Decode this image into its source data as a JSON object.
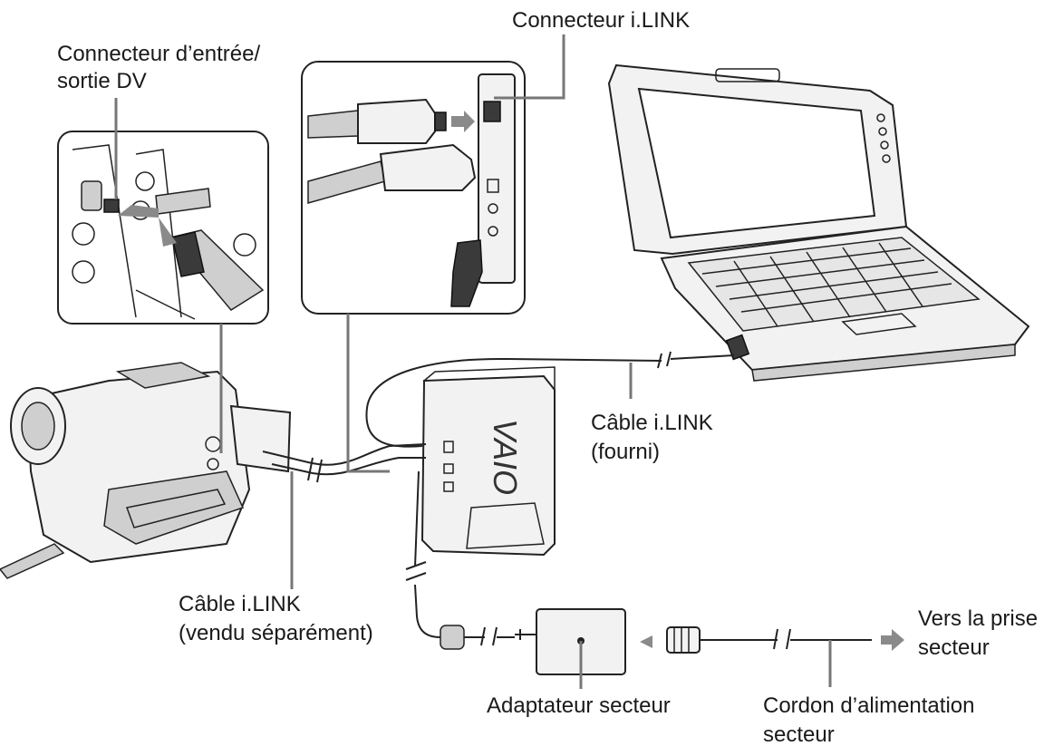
{
  "labels": {
    "dv_connector_line1": "Connecteur d’entrée/",
    "dv_connector_line2": "sortie DV",
    "ilink_connector": "Connecteur i.LINK",
    "cable_supplied_line1": "Câble i.LINK",
    "cable_supplied_line2": "(fourni)",
    "cable_sold_line1": "Câble i.LINK",
    "cable_sold_line2": "(vendu séparément)",
    "ac_adapter": "Adaptateur secteur",
    "power_cord_line1": "Cordon d’alimentation",
    "power_cord_line2": "secteur",
    "outlet_line1": "Vers la prise",
    "outlet_line2": "secteur",
    "vaio_logo": "VAIO"
  },
  "colors": {
    "line": "#222222",
    "arrow": "#8a8a8a",
    "device_fill": "#f2f2f2"
  }
}
